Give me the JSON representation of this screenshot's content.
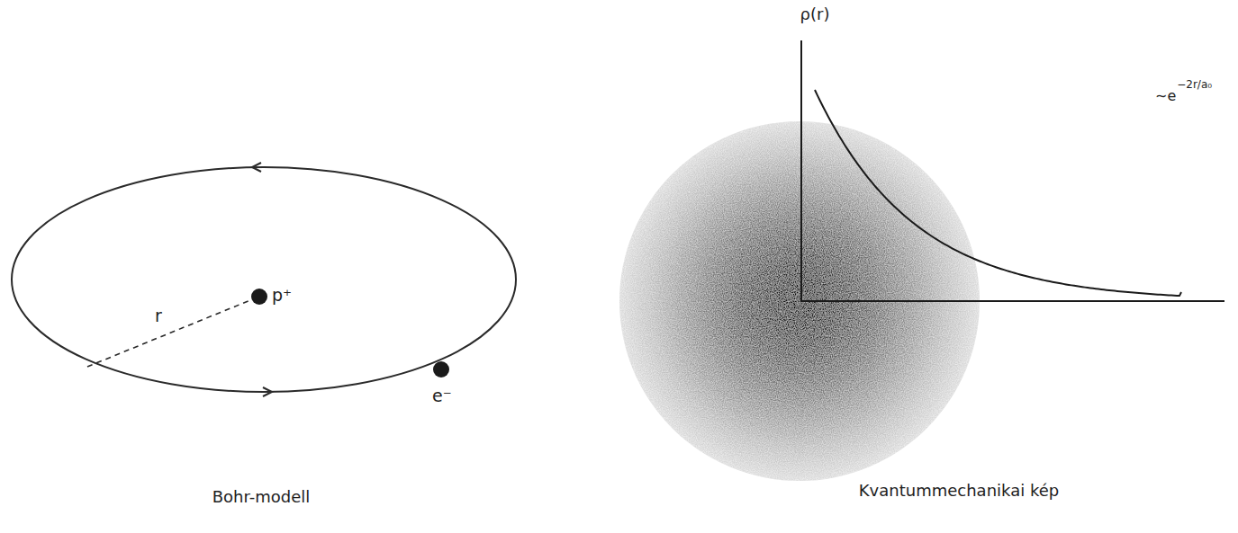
{
  "diagram": {
    "labels": [
      "r",
      "p⁺",
      "e⁻",
      "Bohr-modell",
      "ρ(r)",
      "∼e",
      "−2r/a₀",
      "Kvantummechanikai kép"
    ]
  }
}
